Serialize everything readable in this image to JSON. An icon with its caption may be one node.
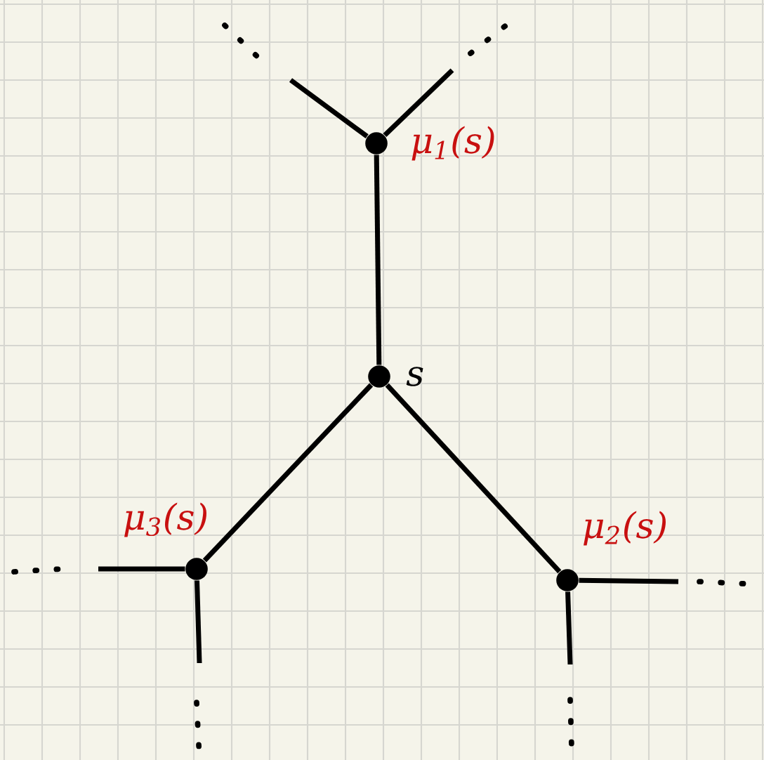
{
  "diagram": {
    "nodes": [
      {
        "text": [],
        "shape": "circle",
        "beside": [
          "s"
        ]
      },
      {
        "text": [],
        "shape": "circle",
        "beside": [
          "μ$_{1}$(s)"
        ]
      },
      {
        "text": [],
        "shape": "circle",
        "beside": [
          "μ$_{2}$(s)"
        ]
      },
      {
        "text": [],
        "shape": "circle",
        "beside": [
          "μ$_{3}$(s)"
        ]
      }
    ],
    "edges": [
      {
        "from": 0,
        "to": 1,
        "arrow": "none"
      },
      {
        "from": 0,
        "to": 2,
        "arrow": "none"
      },
      {
        "from": 0,
        "to": 3,
        "arrow": "none"
      },
      {
        "from": 1,
        "to": null,
        "arrow": "none"
      },
      {
        "from": 1,
        "to": null,
        "arrow": "none"
      },
      {
        "from": 2,
        "to": null,
        "arrow": "none"
      },
      {
        "from": 2,
        "to": null,
        "arrow": "none"
      },
      {
        "from": 3,
        "to": null,
        "arrow": "none"
      },
      {
        "from": 3,
        "to": null,
        "arrow": "none"
      }
    ]
  }
}
